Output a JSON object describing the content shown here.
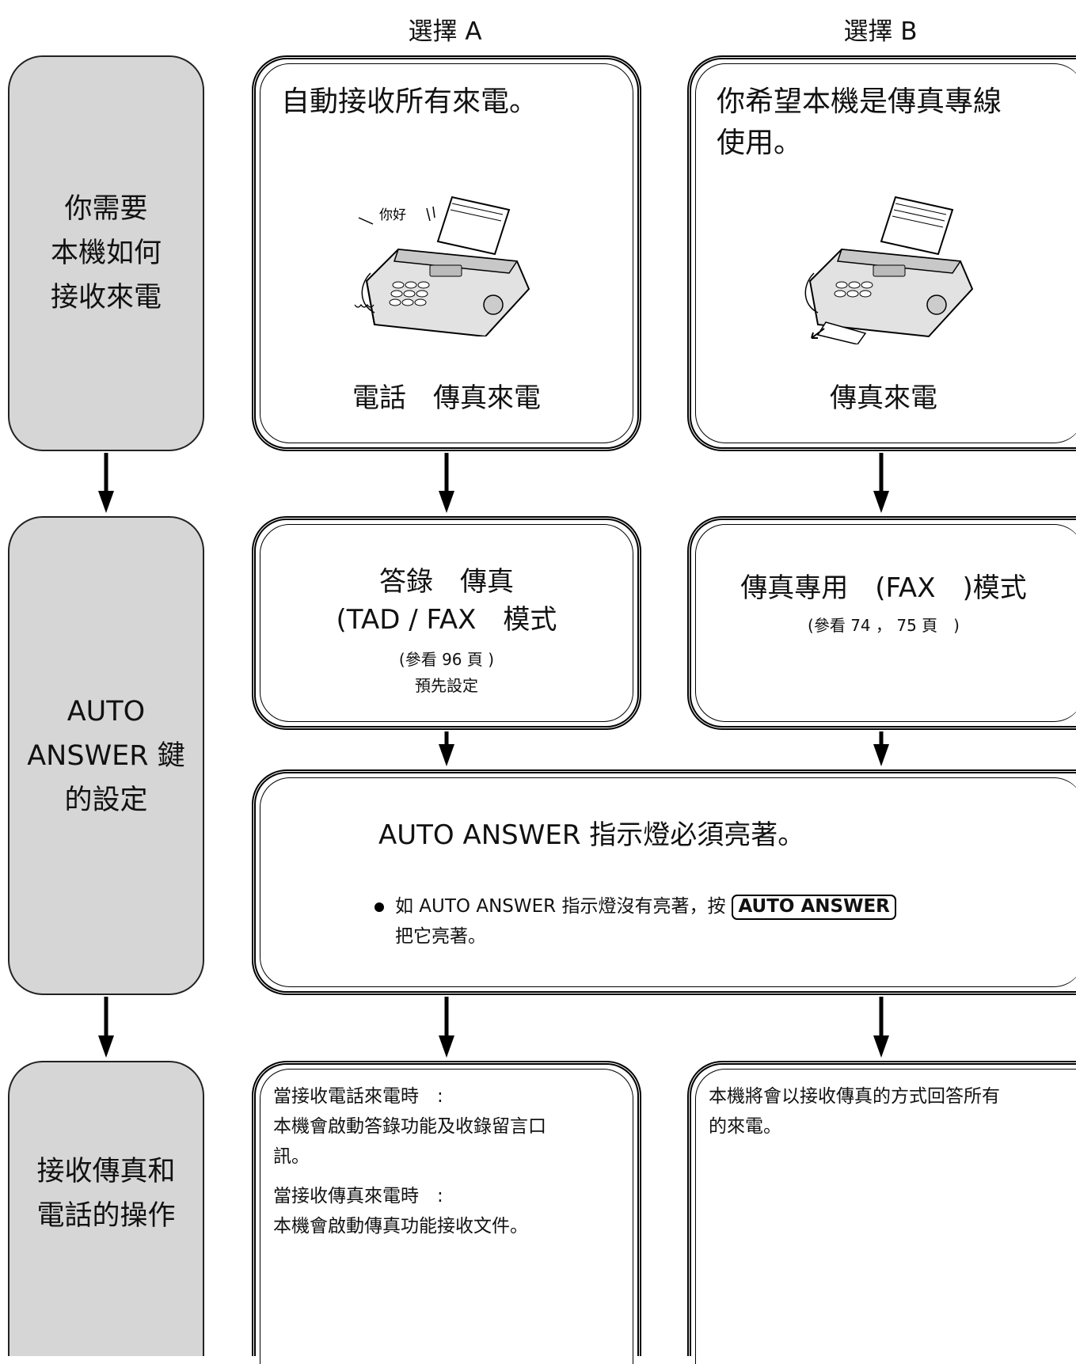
{
  "columns": {
    "a": "選擇 A",
    "b": "選擇 B"
  },
  "side": {
    "s1": [
      "你需要",
      "本機如何",
      "接收來電"
    ],
    "s2": [
      "AUTO",
      "ANSWER 鍵",
      "的設定"
    ],
    "s3": [
      "接收傳真和",
      "電話的操作"
    ]
  },
  "row1": {
    "a_title": "自動接收所有來電。",
    "a_caption": "電話　傳真來電",
    "a_bubble": "你好",
    "b_title_1": "你希望本機是傳真專線",
    "b_title_2": "使用。",
    "b_caption": "傳真來電"
  },
  "row2": {
    "a_line1": "答錄　傳真",
    "a_line2": "(TAD / FAX　模式",
    "a_ref": "(參看 96 頁 )",
    "a_note": "預先設定",
    "b_line1": "傳真專用　(FAX　)模式",
    "b_ref": "(參看 74 ， 75 頁　)"
  },
  "row3": {
    "title": "AUTO ANSWER 指示燈必須亮著。",
    "bullet_text": "如 AUTO ANSWER 指示燈沒有亮著，按",
    "key_label": "AUTO ANSWER",
    "bullet_cont": "把它亮著。"
  },
  "row4": {
    "a_p1_head": "當接收電話來電時　:",
    "a_p1_body_1": "本機會啟動答錄功能及收錄留言口",
    "a_p1_body_2": "訊。",
    "a_p2_head": "當接收傳真來電時　:",
    "a_p2_body": "本機會啟動傳真功能接收文件。",
    "b_text_1": "本機將會以接收傳真的方式回答所有",
    "b_text_2": "的來電。"
  }
}
